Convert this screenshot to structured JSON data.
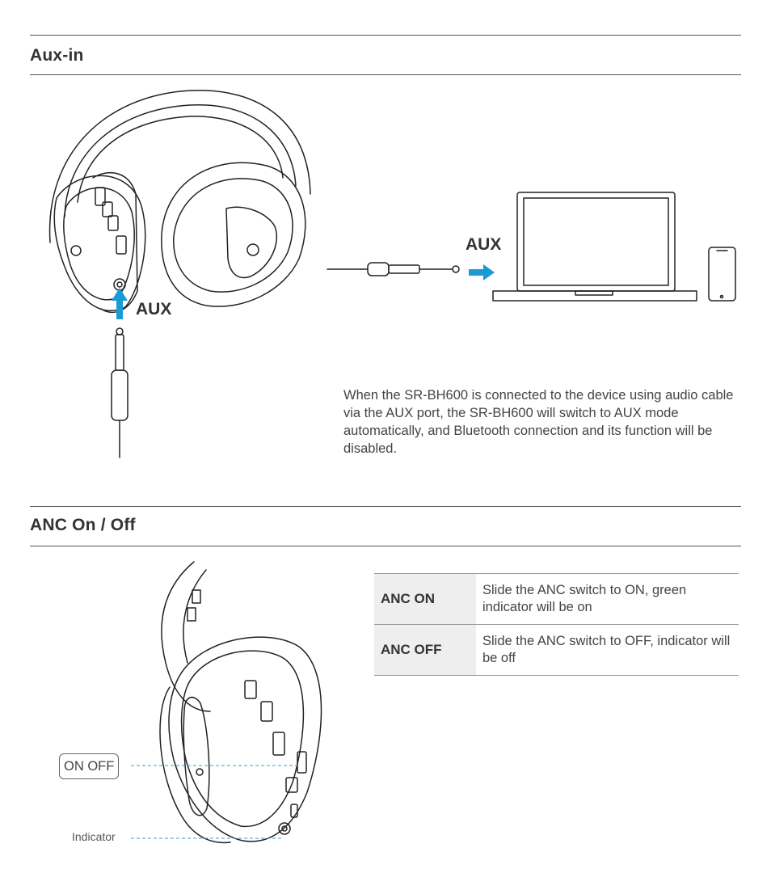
{
  "sections": {
    "aux": {
      "title": "Aux-in"
    },
    "anc": {
      "title": "ANC On / Off"
    }
  },
  "aux_labels": {
    "headphone_port": "AUX",
    "laptop": "AUX"
  },
  "aux_paragraph": "When the SR-BH600 is connected to the device using audio cable via the AUX port, the SR-BH600 will switch to AUX mode automatically, and Bluetooth connection and its function will be disabled.",
  "anc_table": {
    "rows": [
      {
        "mode": "ANC ON",
        "desc": "Slide the ANC switch to ON, green indicator will be on"
      },
      {
        "mode": "ANC OFF",
        "desc": "Slide the ANC switch to OFF, indicator will be off"
      }
    ]
  },
  "anc_callouts": {
    "switch": "ON OFF",
    "indicator": "Indicator"
  },
  "colors": {
    "arrow": "#1a9ad6",
    "line": "#222222",
    "callout": "#3aa0c8"
  }
}
